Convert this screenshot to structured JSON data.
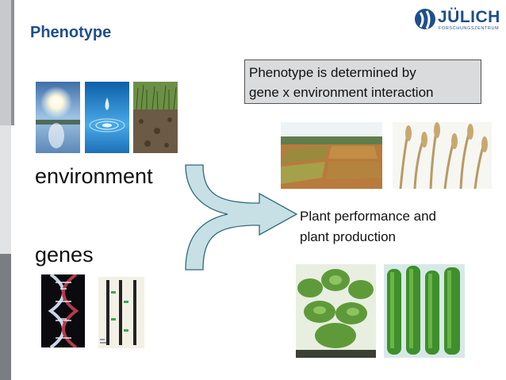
{
  "slide": {
    "title": "Phenotype"
  },
  "logo": {
    "name": "JÜLICH",
    "subtitle": "FORSCHUNGSZENTRUM"
  },
  "callout": {
    "lines": [
      "Phenotype is determined by",
      "gene x environment interaction"
    ]
  },
  "labels": {
    "environment": "environment",
    "genes": "genes"
  },
  "outcome": {
    "lines": [
      "Plant performance and",
      "plant production"
    ]
  },
  "colors": {
    "title": "#1f4e8c",
    "arrow_fill": "#c6e0e6",
    "arrow_stroke": "#2f6a78",
    "callout_bg": "#dadbdd"
  },
  "icons": [
    "sun-sky-photo",
    "water-drop-photo",
    "soil-grass-photo",
    "dna-helix-photo",
    "gene-map-photo",
    "field-photo",
    "wheat-photo",
    "tree-seedlings-photo",
    "algae-tubes-photo",
    "curved-merge-arrow"
  ]
}
